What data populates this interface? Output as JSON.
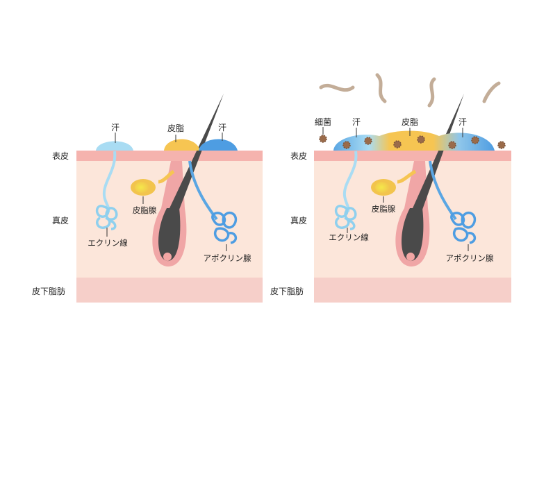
{
  "layers": {
    "epidermis": "表皮",
    "dermis": "真皮",
    "subcutaneous_fat": "皮下脂肪"
  },
  "left_panel": {
    "sweat_left": "汗",
    "sebum": "皮脂",
    "sweat_right": "汗",
    "sebaceous_gland": "皮脂腺",
    "eccrine_gland": "エクリン線",
    "apocrine_gland": "アポクリン腺"
  },
  "right_panel": {
    "bacteria": "細菌",
    "sweat_left": "汗",
    "sebum": "皮脂",
    "sweat_right": "汗",
    "sebaceous_gland": "皮脂腺",
    "eccrine_gland": "エクリン線",
    "apocrine_gland": "アポクリン腺"
  },
  "colors": {
    "epidermis": "#f5b3ae",
    "dermis": "#fce6da",
    "subcutaneous": "#f6cfc9",
    "hair": "#4a4a4a",
    "sweat_light": "#a9dcf3",
    "sweat_dark": "#4e9de2",
    "sebum": "#f6c552",
    "bacteria": "#9a6b4a",
    "odor": "#c3ad98"
  }
}
